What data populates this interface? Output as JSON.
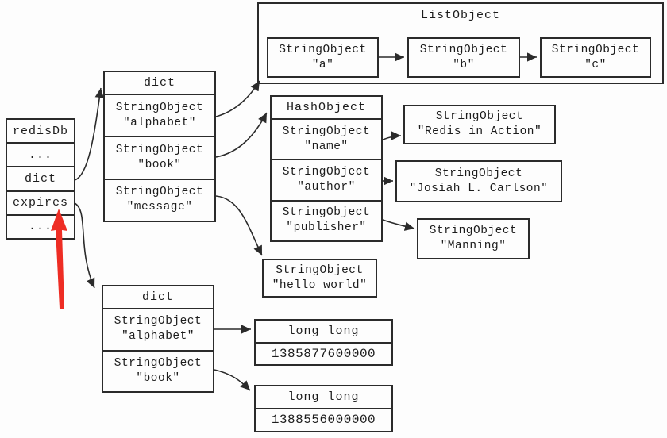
{
  "colors": {
    "background": "#fdfdfd",
    "line": "#2b2b2b",
    "red_arrow": "#ee2d24"
  },
  "left_table": {
    "rows": [
      "redisDb",
      "...",
      "dict",
      "expires",
      "..."
    ]
  },
  "top_dict": {
    "header": "dict",
    "entries": [
      {
        "type": "StringObject",
        "value": "\"alphabet\""
      },
      {
        "type": "StringObject",
        "value": "\"book\""
      },
      {
        "type": "StringObject",
        "value": "\"message\""
      }
    ]
  },
  "list_object": {
    "title": "ListObject",
    "items": [
      {
        "type": "StringObject",
        "value": "\"a\""
      },
      {
        "type": "StringObject",
        "value": "\"b\""
      },
      {
        "type": "StringObject",
        "value": "\"c\""
      }
    ]
  },
  "hash_object": {
    "header": "HashObject",
    "fields": [
      {
        "type": "StringObject",
        "value": "\"name\""
      },
      {
        "type": "StringObject",
        "value": "\"author\""
      },
      {
        "type": "StringObject",
        "value": "\"publisher\""
      }
    ]
  },
  "hash_values": [
    {
      "type": "StringObject",
      "value": "\"Redis in Action\""
    },
    {
      "type": "StringObject",
      "value": "\"Josiah L. Carlson\""
    },
    {
      "type": "StringObject",
      "value": "\"Manning\""
    }
  ],
  "message_value": {
    "type": "StringObject",
    "value": "\"hello world\""
  },
  "expires_dict": {
    "header": "dict",
    "entries": [
      {
        "type": "StringObject",
        "value": "\"alphabet\""
      },
      {
        "type": "StringObject",
        "value": "\"book\""
      }
    ]
  },
  "expire_times": [
    {
      "header": "long long",
      "value": "1385877600000"
    },
    {
      "header": "long long",
      "value": "1388556000000"
    }
  ]
}
